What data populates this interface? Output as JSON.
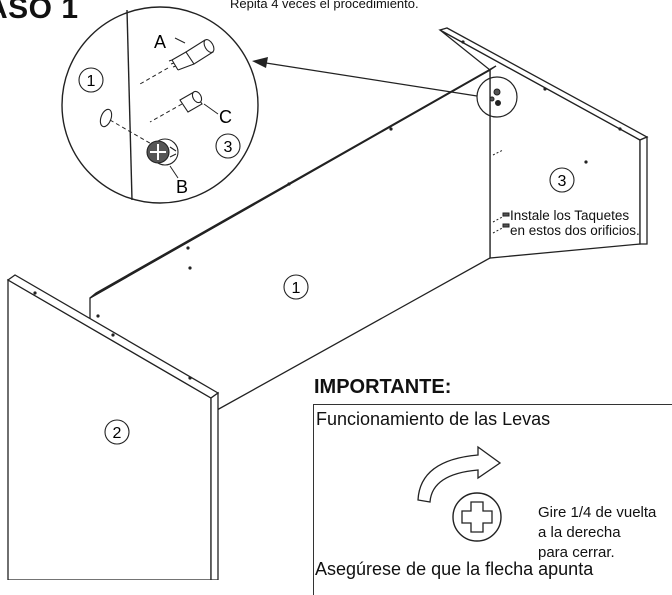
{
  "step_title": "ASO 1",
  "instruction_top": "Repita 4 veces el procedimiento.",
  "taquetes_note": "Instale los Taquetes\nen estos dos orificios.",
  "important_title": "IMPORTANTE:",
  "levas_title": "Funcionamiento de las Levas",
  "gire_text": "Gire 1/4 de vuelta\na la derecha\npara cerrar.",
  "asegurese_text": "Asegúrese de que la flecha apunta",
  "part_labels": {
    "a": "A",
    "b": "B",
    "c": "C"
  },
  "panel_numbers": {
    "panel_back": "1",
    "panel_side_left": "2",
    "panel_side_right": "3",
    "detail_1": "1",
    "detail_3": "3"
  }
}
